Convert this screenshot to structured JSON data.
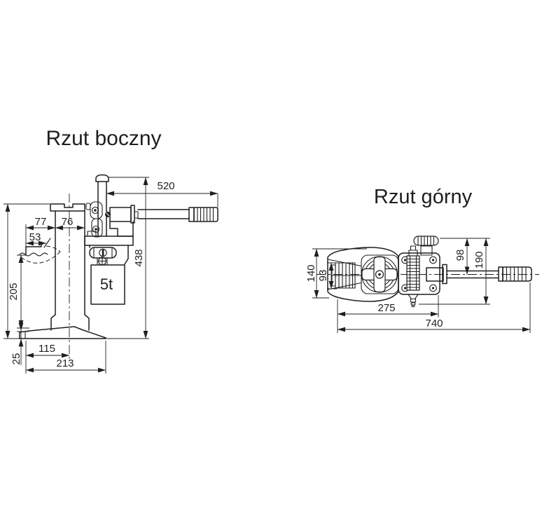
{
  "colors": {
    "line": "#1f1f1f",
    "background": "#ffffff"
  },
  "side_view": {
    "title": "Rzut boczny",
    "capacity_label": "5t",
    "dims": {
      "handle_length": "520",
      "claw_to_column": "77",
      "column_width": "76",
      "claw_depth": "53",
      "overall_height": "438",
      "claw_height": "205",
      "toe_clearance": "25",
      "base_to_center": "115",
      "base_length": "213"
    }
  },
  "top_view": {
    "title": "Rzut górny",
    "dims": {
      "body_width": "140",
      "claw_width": "93",
      "valve_to_axis": "98",
      "pump_assembly_width": "190",
      "body_length": "275",
      "overall_length": "740"
    }
  }
}
